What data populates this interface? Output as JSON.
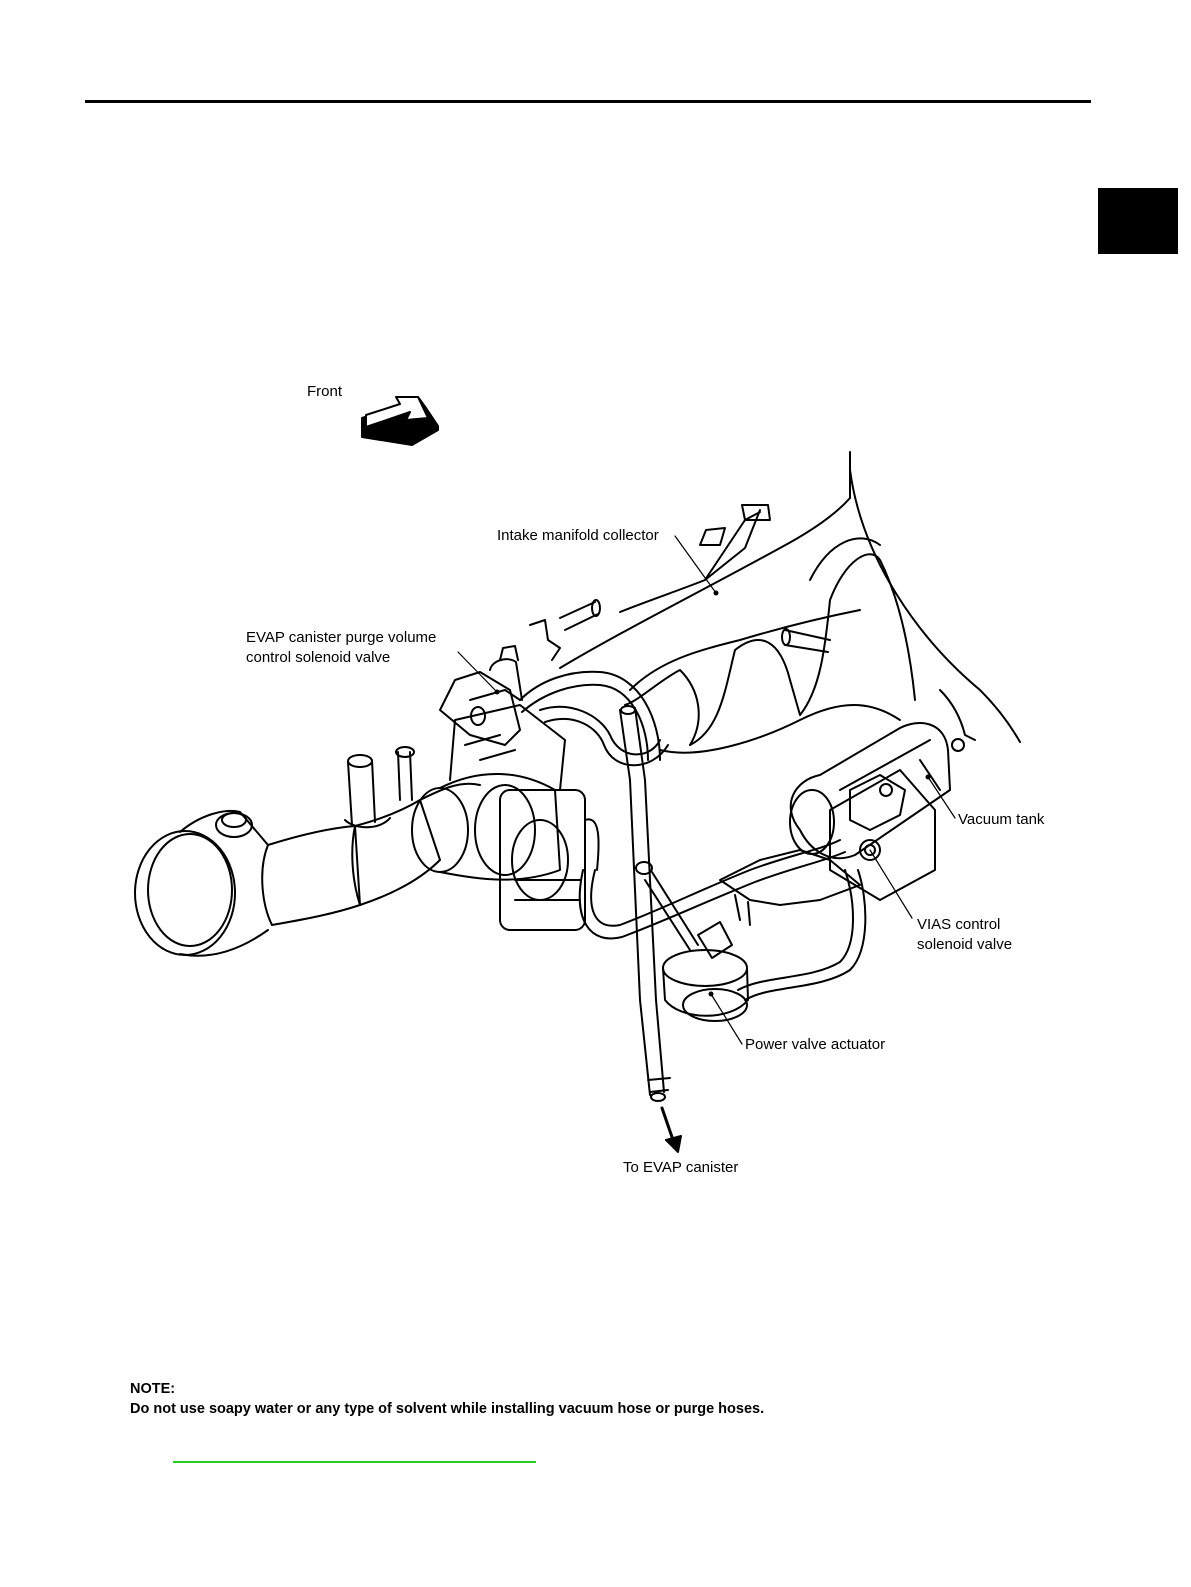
{
  "diagram": {
    "labels": {
      "front": "Front",
      "intake_manifold_collector": "Intake manifold collector",
      "evap_purge_valve_line1": "EVAP canister purge volume",
      "evap_purge_valve_line2": "control solenoid valve",
      "vacuum_tank": "Vacuum tank",
      "vias_valve_line1": "VIAS control",
      "vias_valve_line2": "solenoid valve",
      "power_valve_actuator": "Power valve actuator",
      "to_evap_canister": "To EVAP canister"
    }
  },
  "note": {
    "heading": "NOTE:",
    "body": "Do not use soapy water or any type of solvent while installing vacuum hose or purge hoses."
  },
  "colors": {
    "link_underline": "#22cc22",
    "side_tab": "#000000"
  }
}
